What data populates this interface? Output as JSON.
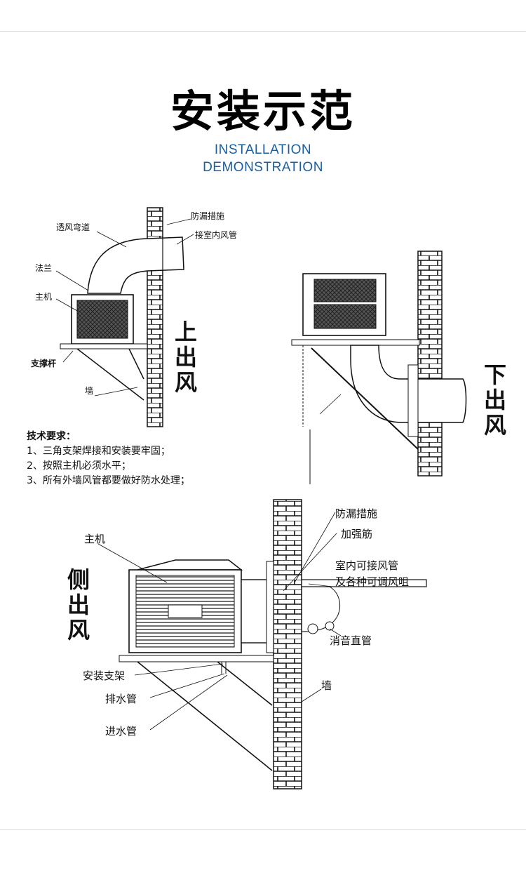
{
  "header": {
    "title": "安装示范",
    "subtitle_line1": "INSTALLATION",
    "subtitle_line2": "DEMONSTRATION"
  },
  "top_outlet": {
    "heading": [
      "上",
      "出",
      "风"
    ],
    "labels": {
      "elbow": "透风弯道",
      "leak_protection": "防漏措施",
      "indoor_duct": "接室内风管",
      "flange": "法兰",
      "main_unit": "主机",
      "support_rod": "支撑杆",
      "wall": "墙"
    }
  },
  "bottom_outlet": {
    "heading": [
      "下",
      "出",
      "风"
    ]
  },
  "requirements": {
    "title": "技术要求：",
    "items": [
      "1、三角支架焊接和安装要牢固；",
      "2、按照主机必须水平；",
      "3、所有外墙风管都要做好防水处理；"
    ]
  },
  "side_outlet": {
    "heading": [
      "侧",
      "出",
      "风"
    ],
    "labels": {
      "main_unit": "主机",
      "leak_protection": "防漏措施",
      "rib": "加强筋",
      "indoor_duct_1": "室内可接风管",
      "indoor_duct_2": "及各种可调风咀",
      "muffler": "消音直管",
      "wall": "墙",
      "bracket": "安装支架",
      "drain_pipe": "排水管",
      "inlet_pipe": "进水管"
    }
  }
}
